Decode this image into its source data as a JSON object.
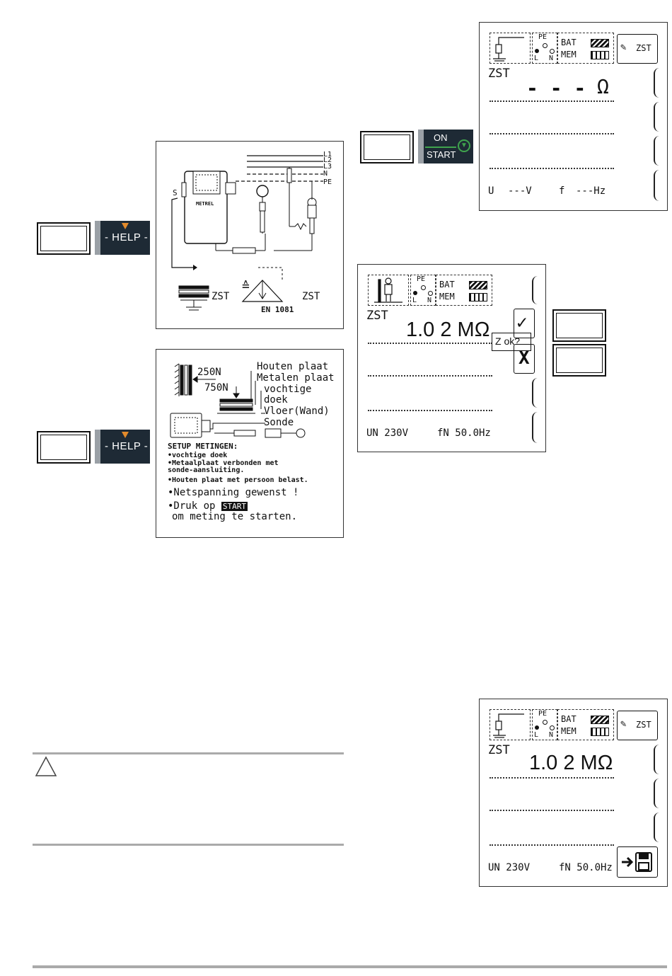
{
  "help_buttons": [
    {
      "label": "HELP"
    },
    {
      "label": "HELP"
    }
  ],
  "onstart_button": {
    "line1": "ON",
    "line2": "START"
  },
  "wiring_diagram": {
    "lines": [
      "L1",
      "L2",
      "L3",
      "N",
      "PE"
    ],
    "probe_label": "S",
    "device_brand": "METREL",
    "zst_left": "ZST",
    "equiv_symbol": "≙",
    "zst_right": "ZST",
    "norm": "EN 1081"
  },
  "setup_help": {
    "force_250": "250N",
    "force_750": "750N",
    "labels": [
      "Houten plaat",
      "Metalen plaat",
      "vochtige",
      "doek",
      "Vloer(Wand)",
      "Sonde"
    ],
    "heading": "SETUP METINGEN:",
    "bullets": [
      "•vochtige doek",
      "•Metaalplaat verbonden met",
      " sonde-aansluiting.",
      "•Houten plaat met persoon belast."
    ],
    "net_line": "•Netspanning gewenst !",
    "press_prefix": "•Druk op ",
    "press_key": "START",
    "press_suffix": "om meting te starten."
  },
  "status_icons": {
    "pe": "PE",
    "l": "L",
    "n": "N",
    "bat": "BAT",
    "mem": "MEM"
  },
  "screen1": {
    "title": "ZST",
    "value": "- - -",
    "unit": "Ω",
    "u_label": "U",
    "u_value": "---V",
    "f_label": "f",
    "f_value": "---Hz",
    "tab_label": "ZST"
  },
  "screen2": {
    "title": "ZST",
    "value": "1.0 2 MΩ",
    "z_ok": "Z ok?",
    "check": "✓",
    "cross": "X",
    "un": "UN 230V",
    "fn": "fN 50.0Hz"
  },
  "screen3": {
    "title": "ZST",
    "value": "1.0 2 MΩ",
    "un": "UN 230V",
    "fn": "fN 50.0Hz",
    "tab_label": "ZST",
    "save_icon": "save-icon"
  },
  "warning": {
    "icon": "warning-triangle-icon"
  }
}
